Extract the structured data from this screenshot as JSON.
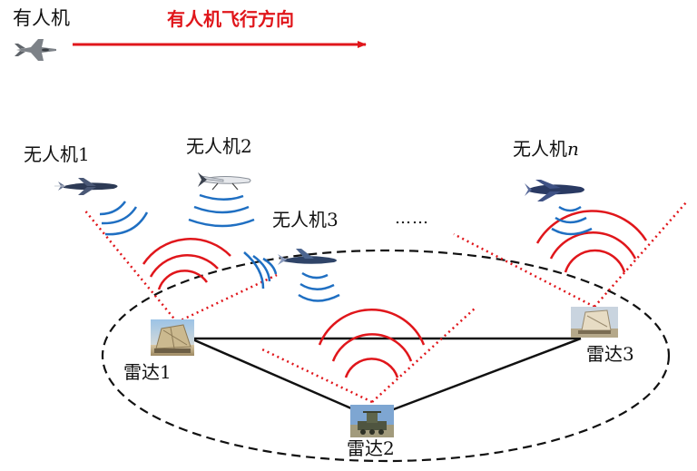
{
  "manned_aircraft": {
    "label": "有人机"
  },
  "flight_direction": {
    "label": "有人机飞行方向"
  },
  "uavs": [
    {
      "label": "无人机1"
    },
    {
      "label": "无人机2"
    },
    {
      "label": "无人机3"
    },
    {
      "label_prefix": "无人机",
      "label_index": "n"
    }
  ],
  "ellipsis": "……",
  "radars": [
    {
      "label": "雷达1"
    },
    {
      "label": "雷达2"
    },
    {
      "label": "雷达3"
    }
  ],
  "colors": {
    "direction_arrow": "#e0161b",
    "uav_signal": "#1f6fc2",
    "radar_signal": "#e0161b",
    "beam_edge": "#e0161b",
    "baseline": "#111111",
    "coverage_ellipse": "#111111"
  }
}
